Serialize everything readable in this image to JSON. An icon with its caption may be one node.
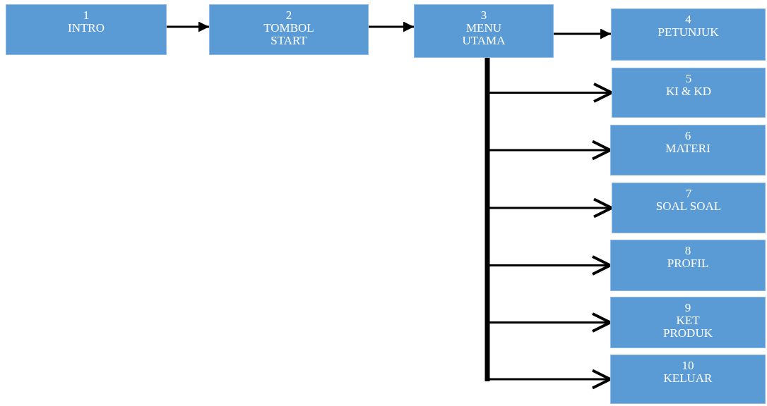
{
  "diagram": {
    "nodes": [
      {
        "text": [
          "1",
          "INTRO"
        ]
      },
      {
        "text": [
          "2",
          "TOMBOL START"
        ]
      },
      {
        "text": [
          "3",
          "MENU UTAMA"
        ]
      },
      {
        "text": [
          "4",
          "PETUNJUK"
        ]
      },
      {
        "text": [
          "5",
          "KI & KD"
        ]
      },
      {
        "text": [
          "6",
          "MATERI"
        ]
      },
      {
        "text": [
          "7",
          "SOAL SOAL"
        ]
      },
      {
        "text": [
          "8",
          "PROFIL"
        ]
      },
      {
        "text": [
          "9",
          "KET PRODUK"
        ]
      },
      {
        "text": [
          "10",
          "KELUAR"
        ]
      }
    ],
    "edges": [
      {
        "from": 0,
        "to": 1,
        "arrow": "to"
      },
      {
        "from": 1,
        "to": 2,
        "arrow": "to"
      },
      {
        "from": 2,
        "to": 3,
        "arrow": "to"
      },
      {
        "from": 2,
        "to": 4,
        "arrow": "to"
      },
      {
        "from": 2,
        "to": 5,
        "arrow": "to"
      },
      {
        "from": 2,
        "to": 6,
        "arrow": "to"
      },
      {
        "from": 2,
        "to": 7,
        "arrow": "to"
      },
      {
        "from": 2,
        "to": 8,
        "arrow": "to"
      },
      {
        "from": 2,
        "to": 9,
        "arrow": "to"
      }
    ]
  }
}
